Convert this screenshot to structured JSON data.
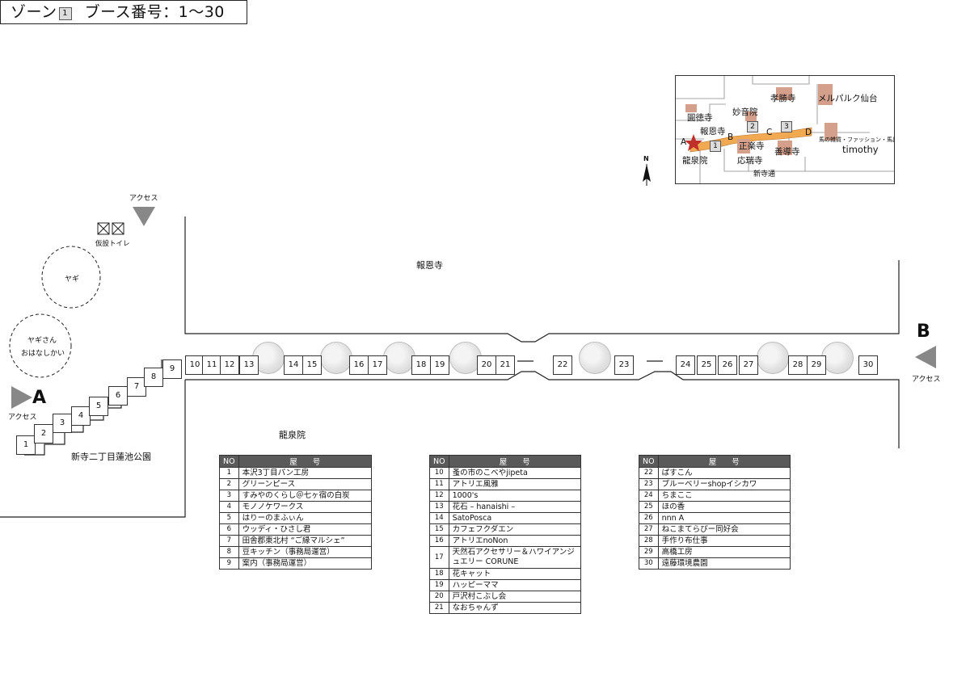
{
  "title": {
    "zone_label": "ゾーン",
    "zone_badge": "1",
    "booth_range": "ブース番号：1〜30"
  },
  "map": {
    "access_label": "アクセス",
    "entrance_a": "A",
    "entrance_b": "B",
    "toilet_label": "仮設トイレ",
    "goat_label": "ヤギ",
    "goat_talk_line1": "ヤギさん",
    "goat_talk_line2": "おはなしかい",
    "temple_north": "報恩寺",
    "temple_south": "龍泉院",
    "park_label": "新寺二丁目蓮池公園",
    "booths": [
      "1",
      "2",
      "3",
      "4",
      "5",
      "6",
      "7",
      "8",
      "9",
      "10",
      "11",
      "12",
      "13",
      "14",
      "15",
      "16",
      "17",
      "18",
      "19",
      "20",
      "21",
      "22",
      "23",
      "24",
      "25",
      "26",
      "27",
      "28",
      "29",
      "30"
    ]
  },
  "inset": {
    "labels": {
      "koshoji": "孝勝寺",
      "meruparuku": "メルパルク仙台",
      "myoonin": "妙音院",
      "entokuji": "圓徳寺",
      "hoonji": "報恩寺",
      "shorakuji": "正楽寺",
      "zendoji": "善導寺",
      "ozuiji": "応瑞寺",
      "ryusenin": "龍泉院",
      "shinteradori": "新寺通",
      "shop_caption": "馬の雑貨・ファッション・馬具",
      "shop_name": "timothy",
      "a": "A",
      "b": "B",
      "c": "C",
      "d": "D",
      "n1": "1",
      "n2": "2",
      "n3": "3"
    },
    "compass": "N"
  },
  "table_headers": {
    "no": "NO",
    "name": "屋　　号"
  },
  "vendors_1": [
    {
      "no": "1",
      "name": "本沢3丁目パン工房"
    },
    {
      "no": "2",
      "name": "グリーンピース"
    },
    {
      "no": "3",
      "name": "すみやのくらし＠七ヶ宿の白炭"
    },
    {
      "no": "4",
      "name": "モノノケワークス"
    },
    {
      "no": "5",
      "name": "はりーのまふぃん"
    },
    {
      "no": "6",
      "name": "ウッディ・ひさし君"
    },
    {
      "no": "7",
      "name": "田舎郡東北村 “ご縁マルシェ”"
    },
    {
      "no": "8",
      "name": "豆キッチン（事務局運営）"
    },
    {
      "no": "9",
      "name": "案内（事務局運営）"
    }
  ],
  "vendors_2": [
    {
      "no": "10",
      "name": "蚤の市のこべやjipeta"
    },
    {
      "no": "11",
      "name": "アトリエ風雅"
    },
    {
      "no": "12",
      "name": "1000's"
    },
    {
      "no": "13",
      "name": "花石 – hanaishi –"
    },
    {
      "no": "14",
      "name": "SatoPosca"
    },
    {
      "no": "15",
      "name": "カフェフクダエン"
    },
    {
      "no": "16",
      "name": "アトリエnoNon"
    },
    {
      "no": "17",
      "name": "天然石アクセサリー＆ハワイアンジュエリー CORUNE"
    },
    {
      "no": "18",
      "name": "花キャット"
    },
    {
      "no": "19",
      "name": "ハッピーママ"
    },
    {
      "no": "20",
      "name": "戸沢村こぶし会"
    },
    {
      "no": "21",
      "name": "なおちゃんず"
    }
  ],
  "vendors_3": [
    {
      "no": "22",
      "name": "ぱすこん"
    },
    {
      "no": "23",
      "name": "ブルーベリーshopイシカワ"
    },
    {
      "no": "24",
      "name": "ちまここ"
    },
    {
      "no": "25",
      "name": "ほの香"
    },
    {
      "no": "26",
      "name": "nnn A"
    },
    {
      "no": "27",
      "name": "ねこまてらぴー同好会"
    },
    {
      "no": "28",
      "name": "手作り布仕事"
    },
    {
      "no": "29",
      "name": "高橋工房"
    },
    {
      "no": "30",
      "name": "遠藤環境農園"
    }
  ]
}
